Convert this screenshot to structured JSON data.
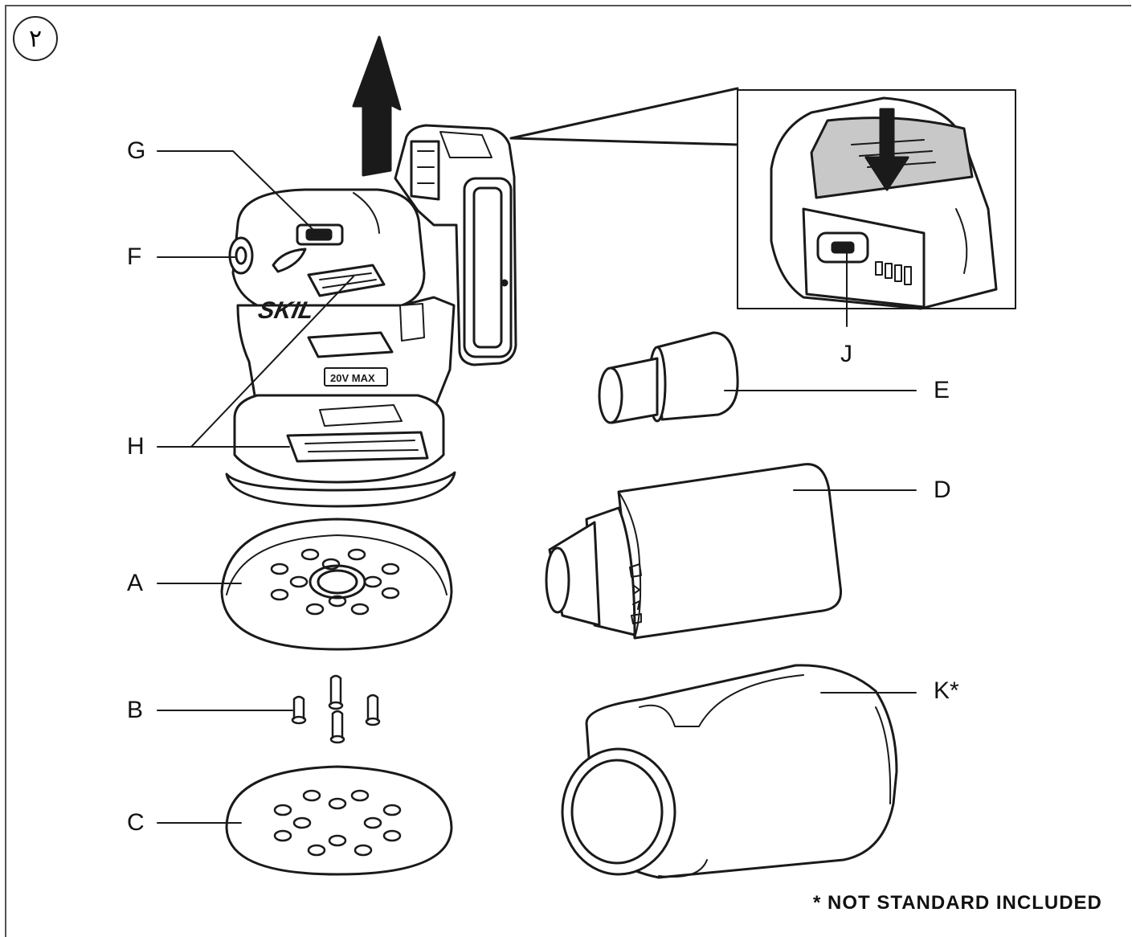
{
  "figure_number": "٢",
  "labels": {
    "A": "A",
    "B": "B",
    "C": "C",
    "D": "D",
    "E": "E",
    "F": "F",
    "G": "G",
    "H": "H",
    "J": "J",
    "K": "K*"
  },
  "tool": {
    "brand": "SKIL",
    "voltage": "20V MAX"
  },
  "footnote": "*  NOT STANDARD INCLUDED",
  "colors": {
    "line": "#1a1a1a",
    "fill": "#ffffff",
    "shade": "#555555",
    "frame": "#555555"
  }
}
